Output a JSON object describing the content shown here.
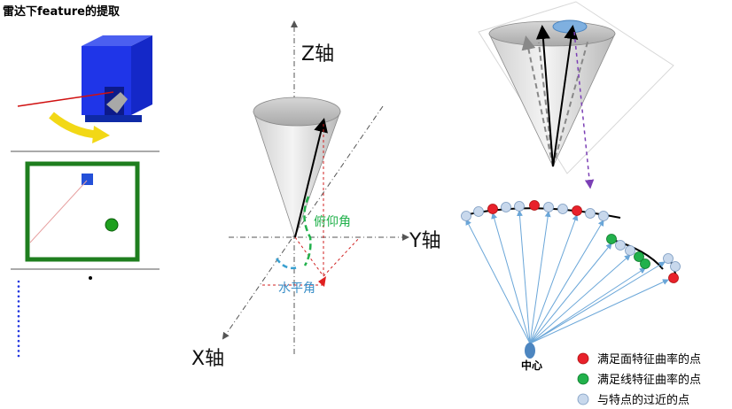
{
  "title": "雷达下feature的提取",
  "axes": {
    "z": "Z轴",
    "y": "Y轴",
    "x": "X轴"
  },
  "angles": {
    "pitch": "俯仰角",
    "horizontal": "水平角"
  },
  "center_label": "中心",
  "legend": [
    {
      "label": "满足面特征曲率的点",
      "color": "#e8212b"
    },
    {
      "label": "满足线特征曲率的点",
      "color": "#22b14c"
    },
    {
      "label": "与特点的过近的点",
      "color": "#c8d8ec"
    }
  ],
  "colors": {
    "box": "#1f35e8",
    "scan_ring": "#1e7e1e",
    "target": "#2450d8",
    "plane_point": "#e8212b",
    "edge_point": "#22b14c",
    "near_point": "#c8d8ec",
    "ray": "#6aa6d8"
  }
}
